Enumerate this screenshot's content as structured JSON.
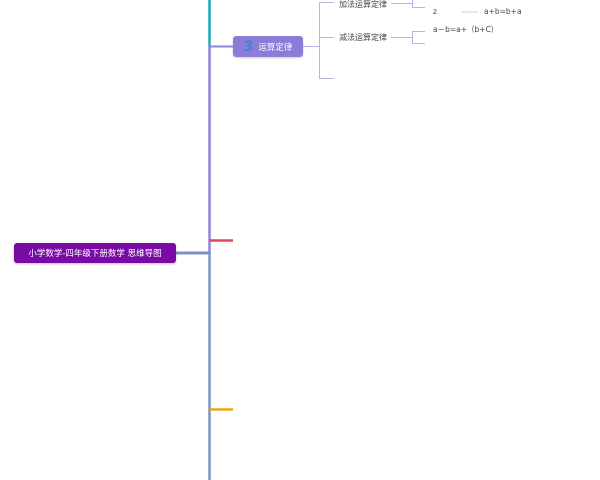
{
  "root": {
    "label": "小学数学-四年级下册数学 思维导图",
    "color": "#7a0aa6"
  },
  "branch": {
    "number": "3",
    "label": "运算定律",
    "color": "#8c7cd8",
    "number_color": "#3d86d6"
  },
  "subtopics": [
    {
      "label": "加法运算定律",
      "leaves": [
        {
          "left": "z",
          "right": "a+b=b+a"
        }
      ]
    },
    {
      "label": "减法运算定律",
      "leaves": [
        {
          "left": "a－b=a+（b+C）",
          "right": ""
        }
      ]
    }
  ],
  "connector_colors": {
    "spine_upper": "#8c87d6",
    "spine_lower": "#7a96c2",
    "top_segment": "#1ca8b8",
    "root_link": "#7a8fc4",
    "stub_red": "#e2475c",
    "stub_orange": "#f0a51c",
    "sub_connectors": "#b9b3e6"
  }
}
